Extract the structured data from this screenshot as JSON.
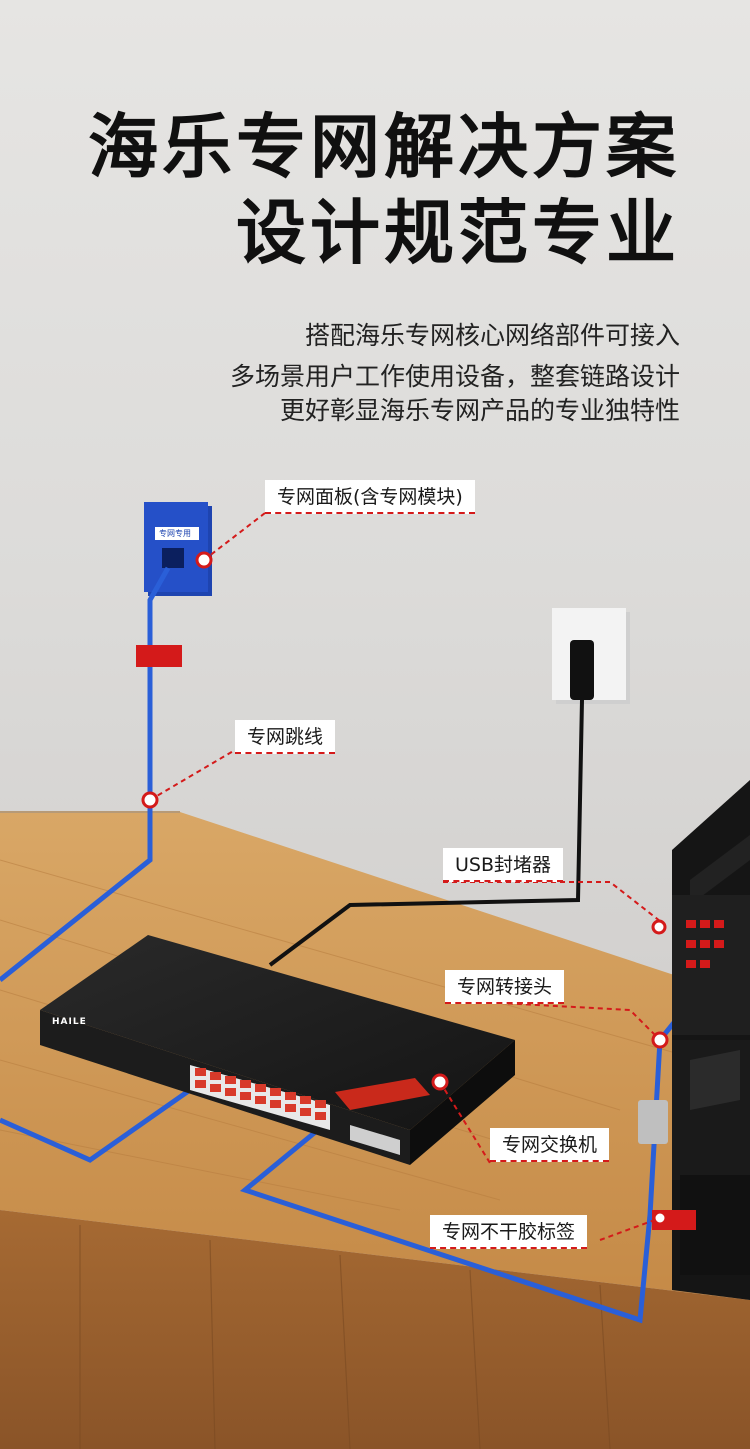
{
  "headline": {
    "line1": "海乐专网解决方案",
    "line2": "设计规范专业"
  },
  "intro": {
    "line1": "搭配海乐专网核心网络部件可接入",
    "line2": "多场景用户工作使用设备，整套链路设计",
    "line3": "更好彰显海乐专网产品的专业独特性"
  },
  "callouts": {
    "panel": "专网面板(含专网模块)",
    "patch_cable": "专网跳线",
    "usb_blocker": "USB封堵器",
    "adapter": "专网转接头",
    "switch": "专网交换机",
    "label": "专网不干胶标签"
  },
  "panel_label": "专网专用",
  "switch_brand": "HAILE",
  "colors": {
    "cable": "#2a5fd8",
    "accent_red": "#d41a1a",
    "panel_blue": "#2550c8",
    "switch_body": "#1c1c1c"
  }
}
